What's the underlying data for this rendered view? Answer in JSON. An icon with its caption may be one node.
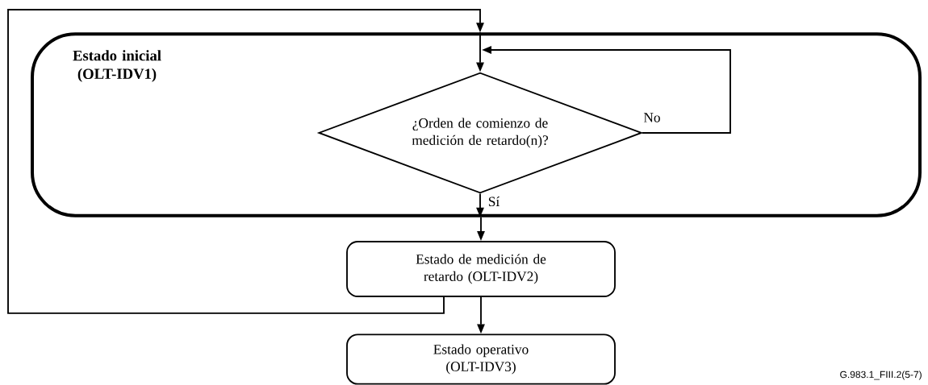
{
  "diagram": {
    "nodes": [
      {
        "text": [
          "Estado inicial (OLT-IDV1)"
        ]
      },
      {
        "text": [
          "¿Orden de comienzo de medición de retardo(n)?"
        ],
        "in": 0
      },
      {
        "text": [
          "Estado de medición de retardo (OLT-IDV2)"
        ]
      },
      {
        "text": [
          "Estado operativo (OLT-IDV3)"
        ]
      }
    ],
    "edges": [
      {
        "from": 2,
        "to": 0,
        "arrow": "to"
      },
      {
        "from": 0,
        "to": 1,
        "arrow": "to"
      },
      {
        "from": 1,
        "to": 1,
        "label": "No",
        "arrow": "to"
      },
      {
        "from": 1,
        "to": 0,
        "label": "Sí",
        "arrow": "to"
      },
      {
        "from": 0,
        "to": 2,
        "arrow": "to"
      },
      {
        "from": 2,
        "to": 3,
        "arrow": "to"
      }
    ],
    "labels": [
      "G.983.1_FIII.2(5-7)"
    ]
  }
}
